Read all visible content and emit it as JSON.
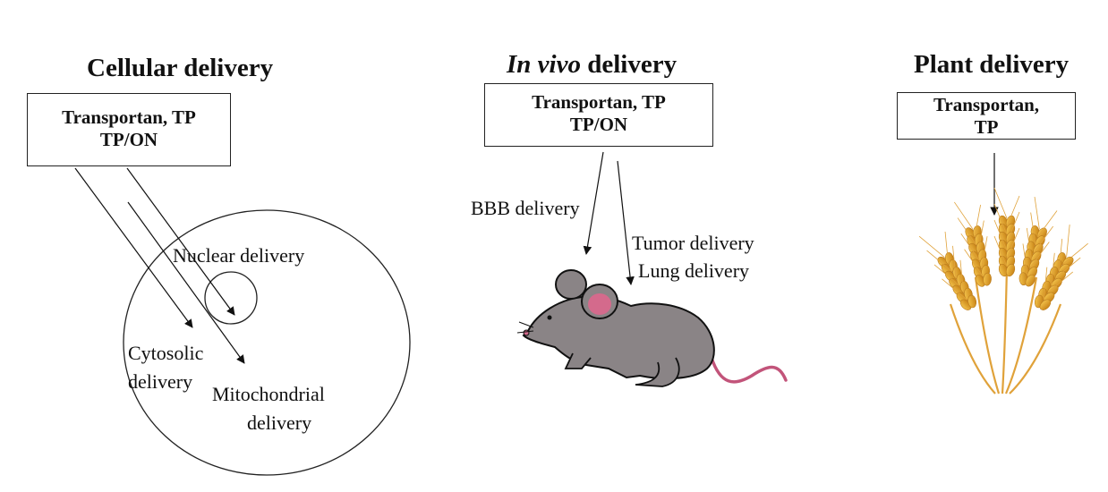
{
  "cellular": {
    "title": "Cellular delivery",
    "box_line1": "Transportan,  TP",
    "box_line2": "TP/ON",
    "nuclear_label": "Nuclear delivery",
    "cytosolic_label_1": "Cytosolic",
    "cytosolic_label_2": "delivery",
    "mito_label_1": "Mitochondrial",
    "mito_label_2": "delivery"
  },
  "invivo": {
    "title_italic": "In vivo",
    "title_rest": " delivery",
    "box_line1": "Transportan,  TP",
    "box_line2": "TP/ON",
    "bbb_label": "BBB delivery",
    "tumor_label": "Tumor delivery",
    "lung_label": "Lung delivery",
    "mouse_icon": "mouse-icon"
  },
  "plant": {
    "title": "Plant delivery",
    "box_line1": "Transportan,",
    "box_line2": "TP",
    "wheat_icon": "wheat-icon"
  },
  "colors": {
    "mouse_body": "#8a8486",
    "mouse_ear_inner": "#d46a8c",
    "mouse_tail": "#c2547a",
    "wheat_gold": "#e0a23a",
    "wheat_dark": "#b97a1c"
  }
}
